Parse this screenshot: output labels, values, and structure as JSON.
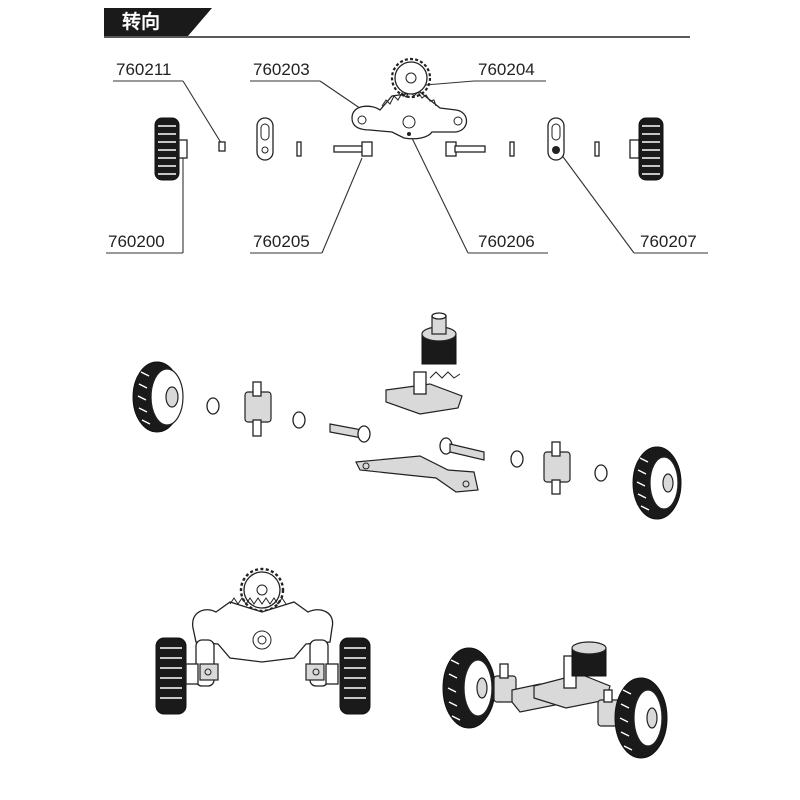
{
  "header": {
    "title": "转向"
  },
  "colors": {
    "ink": "#222222",
    "header_bg": "#1a1a1a",
    "paper": "#ffffff"
  },
  "parts": [
    {
      "id": "760211"
    },
    {
      "id": "760203"
    },
    {
      "id": "760204"
    },
    {
      "id": "760200"
    },
    {
      "id": "760205"
    },
    {
      "id": "760206"
    },
    {
      "id": "760207"
    }
  ],
  "views": [
    "exploded-front",
    "exploded-isometric",
    "assembled-front",
    "assembled-isometric"
  ]
}
